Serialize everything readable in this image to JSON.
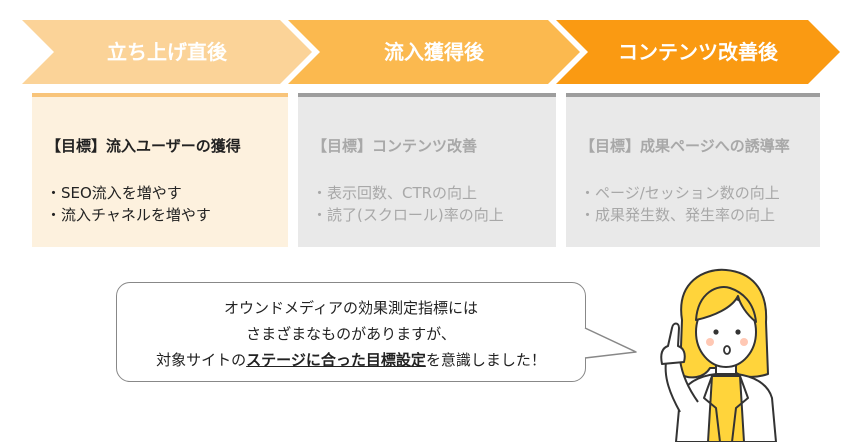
{
  "steps": [
    {
      "label": "立ち上げ直後",
      "color": "#fbd398"
    },
    {
      "label": "流入獲得後",
      "color": "#fbb94f"
    },
    {
      "label": "コンテンツ改善後",
      "color": "#fa9a12"
    }
  ],
  "cards": [
    {
      "title": "【目標】流入ユーザーの獲得",
      "items": [
        "・SEO流入を増やす",
        "・流入チャネルを増やす"
      ]
    },
    {
      "title": "【目標】コンテンツ改善",
      "items": [
        "・表示回数、CTRの向上",
        "・読了(スクロール)率の向上"
      ]
    },
    {
      "title": "【目標】成果ページへの誘導率",
      "items": [
        "・ページ/セッション数の向上",
        "・成果発生数、発生率の向上"
      ]
    }
  ],
  "speech": {
    "line1": "オウンドメディアの効果測定指標には",
    "line2": "さまざまなものがありますが、",
    "line3_before": "対象サイトの",
    "line3_emphasis": "ステージに合った目標設定",
    "line3_after": "を意識しました！"
  }
}
